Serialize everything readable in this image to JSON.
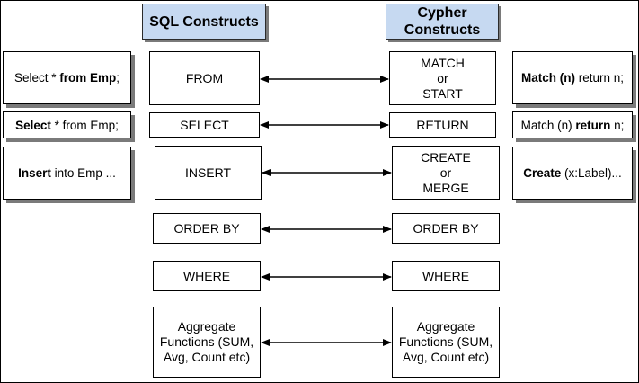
{
  "headers": {
    "sql": "SQL Constructs",
    "cypher_line1": "Cypher",
    "cypher_line2": "Constructs"
  },
  "rows": [
    {
      "sql": [
        "FROM"
      ],
      "cypher": [
        "MATCH",
        "or",
        "START"
      ]
    },
    {
      "sql": [
        "SELECT"
      ],
      "cypher": [
        "RETURN"
      ]
    },
    {
      "sql": [
        "INSERT"
      ],
      "cypher": [
        "CREATE",
        "or",
        "MERGE"
      ]
    },
    {
      "sql": [
        "ORDER BY"
      ],
      "cypher": [
        "ORDER BY"
      ]
    },
    {
      "sql": [
        "WHERE"
      ],
      "cypher": [
        "WHERE"
      ]
    },
    {
      "sql": [
        "Aggregate",
        "Functions (SUM,",
        "Avg, Count etc)"
      ],
      "cypher": [
        "Aggregate",
        "Functions (SUM,",
        "Avg, Count etc)"
      ]
    }
  ],
  "examples": {
    "sql_from": {
      "pre": "Select * ",
      "bold": "from Emp",
      "post": ";"
    },
    "sql_select": {
      "pre": "",
      "bold": "Select",
      "post": " * from Emp;"
    },
    "sql_insert": {
      "pre": "",
      "bold": "Insert",
      "post": " into Emp ..."
    },
    "cypher_match": {
      "pre": "",
      "bold": "Match (n)",
      "post": " return n;"
    },
    "cypher_return": {
      "pre": "Match (n) ",
      "bold": "return",
      "post": " n;"
    },
    "cypher_create": {
      "pre": "",
      "bold": "Create",
      "post": " (x:Label)..."
    }
  }
}
